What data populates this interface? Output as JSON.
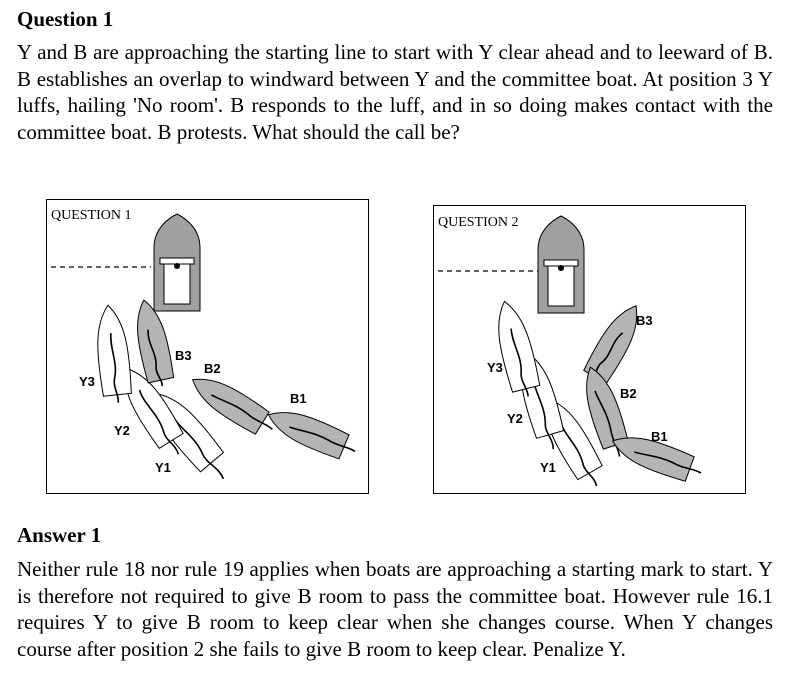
{
  "question": {
    "heading": "Question 1",
    "text": "Y and B are approaching the starting line to start with Y clear ahead and to leeward of B. B establishes an overlap to windward between Y and the committee boat. At position 3 Y luffs, hailing 'No room'. B responds to the luff, and in so doing makes contact with the committee boat. B protests. What should the call be?"
  },
  "figures": [
    {
      "title": "QUESTION 1",
      "labels": {
        "b3": "B3",
        "b2": "B2",
        "b1": "B1",
        "y3": "Y3",
        "y2": "Y2",
        "y1": "Y1"
      }
    },
    {
      "title": "QUESTION 2",
      "labels": {
        "b3": "B3",
        "b2": "B2",
        "b1": "B1",
        "y3": "Y3",
        "y2": "Y2",
        "y1": "Y1"
      }
    }
  ],
  "answer": {
    "heading": "Answer 1",
    "text": "Neither rule 18 nor rule 19 applies when boats are approaching a starting mark to start. Y is therefore not required to give B room to pass the committee boat. However rule 16.1 requires Y to give B room to keep clear when she changes course. When Y changes course after position 2 she fails to give B room to keep clear. Penalize Y."
  },
  "colors": {
    "blue_boat_fill": "#b4b4b4",
    "committee_boat_fill": "#a0a0a0",
    "yellow_boat_fill": "#ffffff",
    "outline": "#000000"
  }
}
